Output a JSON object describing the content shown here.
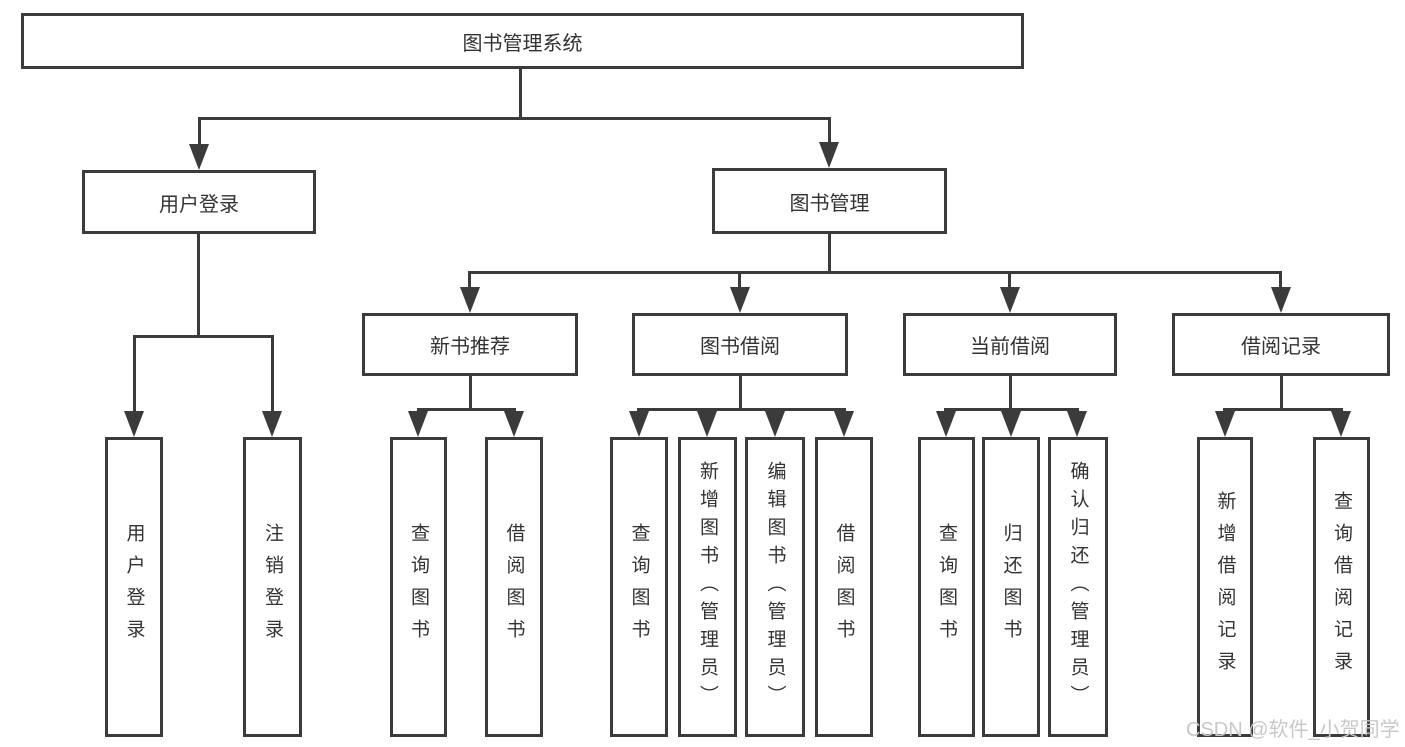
{
  "tree": {
    "root": "图书管理系统",
    "user_login": {
      "label": "用户登录",
      "children": [
        "用户登录",
        "注销登录"
      ]
    },
    "book_management": {
      "label": "图书管理",
      "sections": [
        {
          "label": "新书推荐",
          "children": [
            "查询图书",
            "借阅图书"
          ]
        },
        {
          "label": "图书借阅",
          "children": [
            "查询图书",
            "新增图书（管理员）",
            "编辑图书（管理员）",
            "借阅图书"
          ]
        },
        {
          "label": "当前借阅",
          "children": [
            "查询图书",
            "归还图书",
            "确认归还（管理员）"
          ]
        },
        {
          "label": "借阅记录",
          "children": [
            "新增借阅记录",
            "查询借阅记录"
          ]
        }
      ]
    }
  },
  "watermark": "CSDN @软件_小贺同学",
  "colors": {
    "line": "#3b3b3b",
    "text": "#333333",
    "watermark": "#c8c8c8",
    "background": "#ffffff"
  }
}
